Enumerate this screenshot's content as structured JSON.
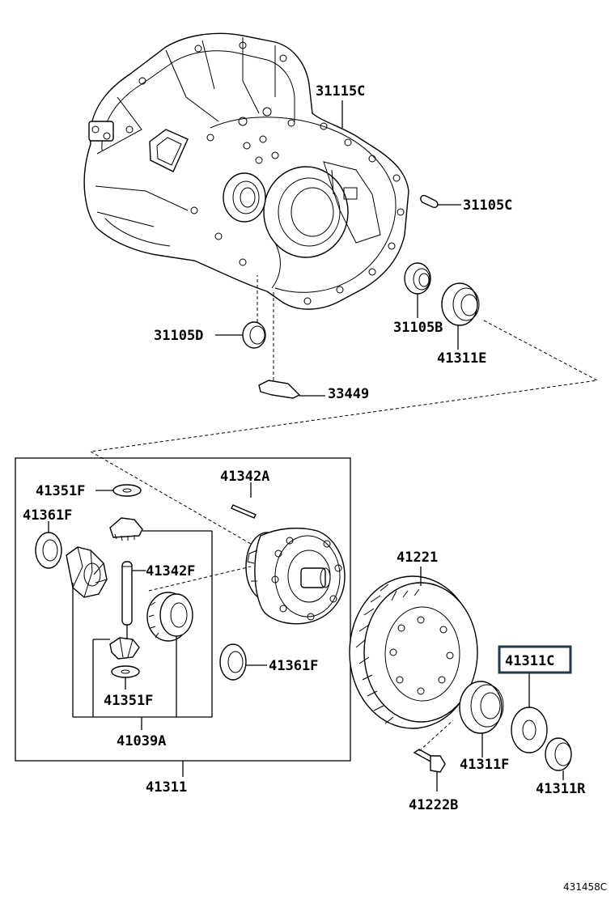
{
  "labels": {
    "p31115C": "31115C",
    "p31105C": "31105C",
    "p31105B": "31105B",
    "p41311E": "41311E",
    "p31105D": "31105D",
    "p33449": "33449",
    "p41351F_top": "41351F",
    "p41342A": "41342A",
    "p41361F_left": "41361F",
    "p41342F": "41342F",
    "p41361F_right": "41361F",
    "p41351F_bottom": "41351F",
    "p41039A": "41039A",
    "p41311": "41311",
    "p41221": "41221",
    "p41311C": "41311C",
    "p41311F": "41311F",
    "p41311R": "41311R",
    "p41222B": "41222B"
  },
  "highlight": {
    "part": "41311C",
    "color": "#1e3a4c"
  },
  "diagram_code": "431458C"
}
